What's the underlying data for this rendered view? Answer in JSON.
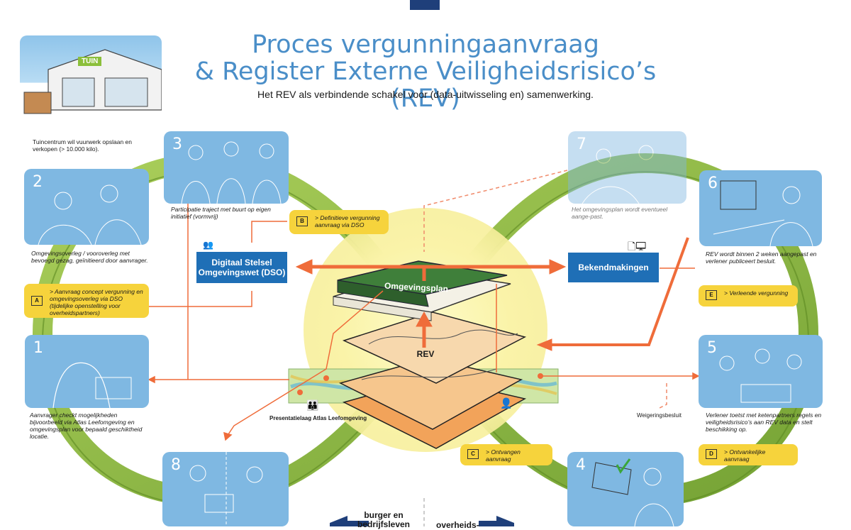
{
  "title_line1": "Proces vergunningaanvraag",
  "title_line2": "& Register Externe Veiligheidsrisico’s (REV)",
  "subtitle": "Het REV als verbindende schakel voor (data-uitwisseling en) samenwerking.",
  "intro_text": "Tuincentrum wil vuurwerk opslaan en verkopen (> 10.000 kilo).",
  "shop_sign": "TUIN",
  "steps": [
    {
      "num": "1",
      "caption": "Aanvrager checkt mogelijkheden bijvoorbeeld via Atlas Leefomgeving en omgevingsplan voor bepaald geschiktheid locatie."
    },
    {
      "num": "2",
      "caption": "Omgevingsoverleg / vooroverleg met bevoegd gezag, geïnitieerd door aanvrager."
    },
    {
      "num": "3",
      "caption": "Participatie traject met buurt op eigen initiatief (vormvrij)"
    },
    {
      "num": "4",
      "caption": ""
    },
    {
      "num": "5",
      "caption": "Verlener toetst met ketenpartners regels en veiligheidsrisico’s aan REV data en stelt beschikking op."
    },
    {
      "num": "6",
      "caption": "REV wordt binnen 2 weken aangepast en verlener publiceert besluit."
    },
    {
      "num": "7",
      "caption": "Het omgevingsplan wordt eventueel aange-past."
    },
    {
      "num": "8",
      "caption": ""
    }
  ],
  "actions": [
    {
      "letter": "A",
      "text": "> Aanvraag concept vergunning en omgevingsoverleg via DSO (tijdelijke openstelling voor overheidspartners)"
    },
    {
      "letter": "B",
      "text": "> Definitieve vergunning aanvraag via DSO"
    },
    {
      "letter": "C",
      "text": "> Ontvangen aanvraag"
    },
    {
      "letter": "D",
      "text": "> Ontvankelijke aanvraag"
    },
    {
      "letter": "E",
      "text": "> Verleende vergunning"
    }
  ],
  "dso_label": "Digitaal Stelsel Omgevingswet (DSO)",
  "bekendmakingen_label": "Bekendmakingen",
  "book_label": "Omgevingsplan",
  "rev_label": "REV",
  "atlas_label": "Presentatielaag Atlas Leefomgeving",
  "weigering_label": "Weigeringsbesluit",
  "bottom_left": "burger en bedrijfsleven",
  "bottom_right": "overheids-",
  "colors": {
    "title": "#4a8ec8",
    "photo": "#7fb8e2",
    "yellow": "#f6d33c",
    "blue": "#1f6fb6",
    "orange": "#ef6c3a",
    "green": "#8ab83a",
    "book": "#3a7a3a"
  }
}
